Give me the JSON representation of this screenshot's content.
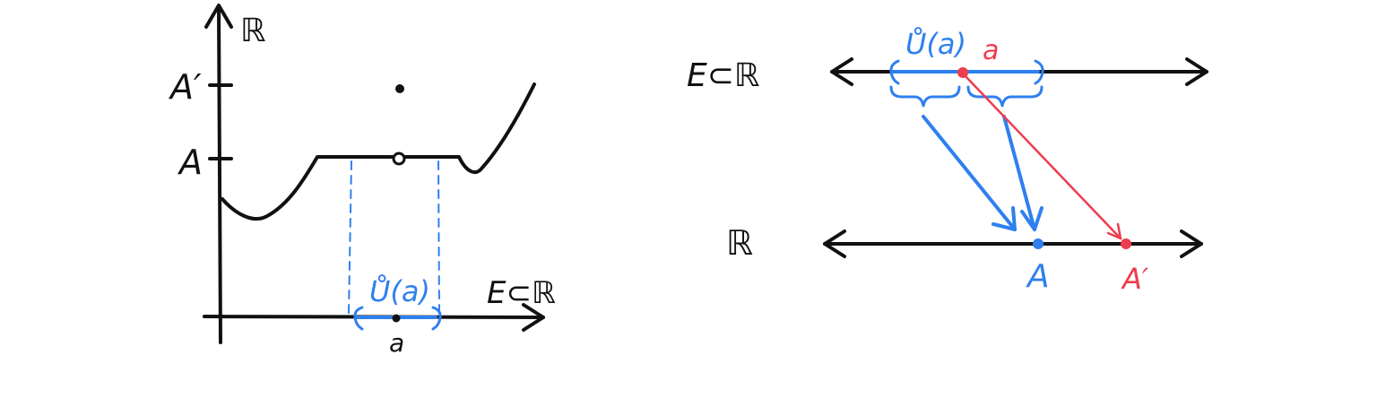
{
  "colors": {
    "ink": "#111111",
    "blue": "#2f80ee",
    "red": "#ee3c4f"
  },
  "left_graph": {
    "codomain_label": "ℝ",
    "domain_label": "E⊂ℝ",
    "tick_upper_label": "A′",
    "tick_lower_label": "A",
    "neighborhood_label": "Ů(a)",
    "point_label": "a"
  },
  "right_diagram": {
    "top_line_label": "E⊂ℝ",
    "bottom_line_label": "ℝ",
    "neighborhood_label": "Ů(a)",
    "point_label": "a",
    "limit_label": "A",
    "value_label": "A′"
  }
}
